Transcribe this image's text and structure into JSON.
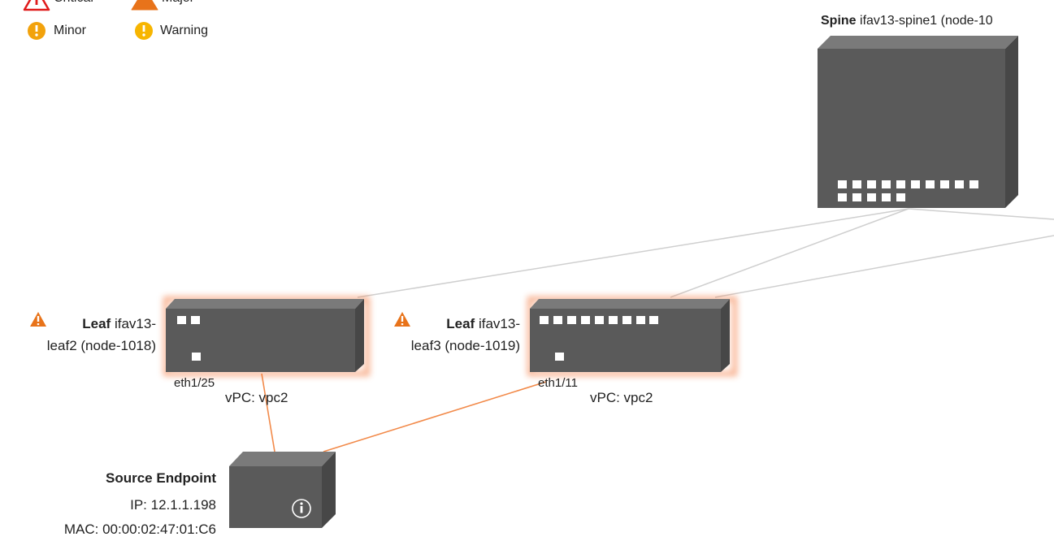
{
  "legend": {
    "critical": "Critical",
    "major": "Major",
    "minor": "Minor",
    "warning": "Warning"
  },
  "spine": {
    "type_label": "Spine",
    "name": "ifav13-spine1 (node-10"
  },
  "leaf2": {
    "type_label": "Leaf",
    "name_line1": "ifav13-",
    "name_line2": "leaf2 (node-1018)",
    "port": "eth1/25",
    "vpc": "vPC: vpc2",
    "fault": "major"
  },
  "leaf3": {
    "type_label": "Leaf",
    "name_line1": "ifav13-",
    "name_line2": "leaf3 (node-1019)",
    "port": "eth1/11",
    "vpc": "vPC: vpc2",
    "fault": "major"
  },
  "source_endpoint": {
    "title": "Source Endpoint",
    "ip": "IP: 12.1.1.198",
    "mac": "MAC: 00:00:02:47:01:C6"
  },
  "colors": {
    "device_front": "#5a5a5a",
    "device_top": "#7a7a7a",
    "device_side": "#444444",
    "fault_glow": "#f26b2a",
    "major": "#e8731a",
    "minor_warning": "#f2a20c",
    "critical": "#e01b1b",
    "link_fabric": "#cccccc",
    "link_endpoint": "#f28a4a"
  }
}
